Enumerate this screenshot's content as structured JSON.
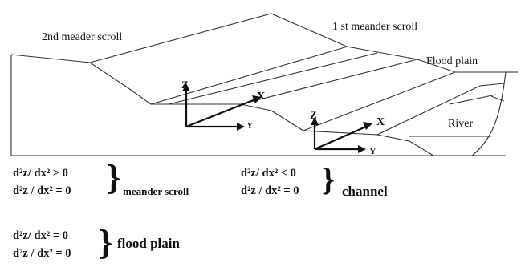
{
  "labels": {
    "second_scroll": "2nd meader scroll",
    "first_scroll": "1 st meander scroll",
    "flood_plain": "Flood plain",
    "river": "River"
  },
  "axes_upper": {
    "z": "Z",
    "x": "X",
    "y": "Y"
  },
  "axes_lower": {
    "z": "Z",
    "x": "X",
    "y": "Y"
  },
  "equations": {
    "meander_scroll": {
      "line1": "d²z/ dx² > 0",
      "line2": "d²z / dx² = 0",
      "label": "meander scroll"
    },
    "channel": {
      "line1": "d²z/ dx²  < 0",
      "line2": "d²z / dx² = 0",
      "label": "channel"
    },
    "flood_plain": {
      "line1": "d²z/ dx²  = 0",
      "line2": "d²z / dx²  = 0",
      "label": "flood plain"
    }
  }
}
